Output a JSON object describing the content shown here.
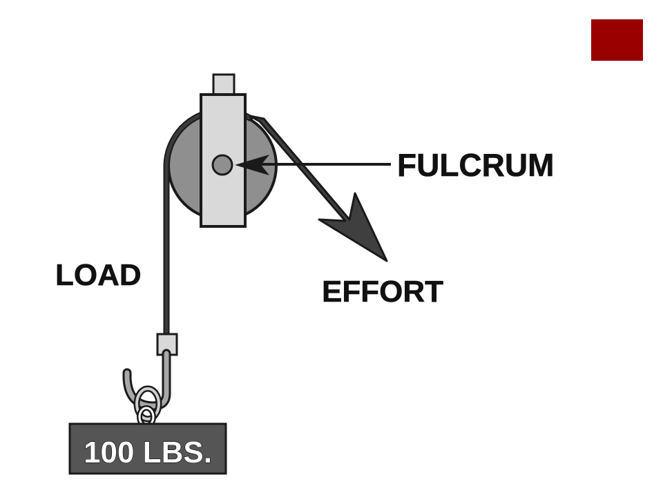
{
  "colors": {
    "accent": "#990000",
    "background": "#ffffff",
    "outline": "#1a1a1a",
    "wheel": "#8f8f8f",
    "housing": "#d9d9d9",
    "rope": "#3a3a3a",
    "weight_block": "#555555"
  },
  "corner_mark": {
    "icon": "red-square"
  },
  "diagram": {
    "labels": {
      "fulcrum": "FULCRUM",
      "effort": "EFFORT",
      "load": "LOAD"
    },
    "weight": {
      "text": "100 LBS."
    }
  }
}
